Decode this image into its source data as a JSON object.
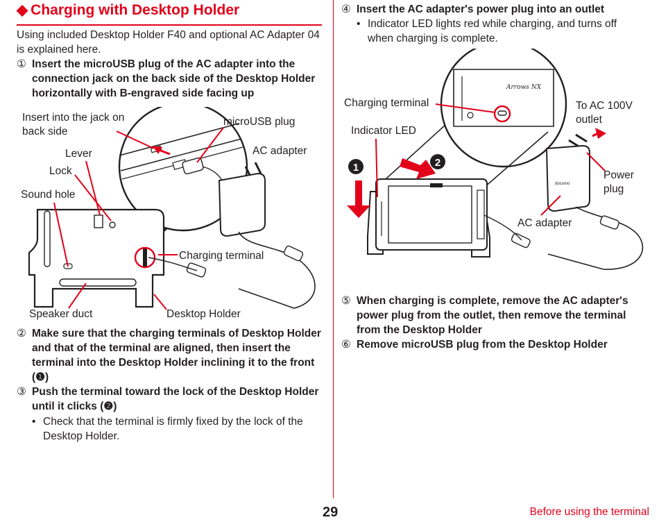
{
  "title": {
    "marker": "◆",
    "text": "Charging with Desktop Holder",
    "accent_color": "#e2001a"
  },
  "left": {
    "intro": "Using included Desktop Holder F40 and optional AC Adapter 04 is explained here.",
    "step1": {
      "num": "①",
      "text": "Insert the microUSB plug of the AC adapter into the connection jack on the back side of the Desktop Holder horizontally with B-engraved side facing up"
    },
    "figure1_labels": {
      "insert_jack": "Insert into the jack on back side",
      "microusb_plug": "microUSB plug",
      "lever": "Lever",
      "lock": "Lock",
      "ac_adapter": "AC adapter",
      "sound_hole": "Sound hole",
      "charging_terminal": "Charging terminal",
      "speaker_duct": "Speaker duct",
      "desktop_holder": "Desktop Holder"
    },
    "step2": {
      "num": "②",
      "text": "Make sure that the charging terminals of Desktop Holder and that of the terminal are aligned, then insert the terminal into the Desktop Holder inclining it to the front (❶)"
    },
    "step3": {
      "num": "③",
      "text": "Push the terminal toward the lock of the Desktop Holder until it clicks (❷)"
    },
    "step3_bullet": "Check that the terminal is firmly fixed by the lock of the Desktop Holder."
  },
  "right": {
    "step4": {
      "num": "④",
      "text": "Insert the AC adapter's power plug into an outlet"
    },
    "step4_bullet": "Indicator LED lights red while charging, and turns off when charging is complete.",
    "figure2_labels": {
      "charging_terminal": "Charging terminal",
      "indicator_led": "Indicator LED",
      "to_outlet": "To AC 100V outlet",
      "power_plug": "Power plug",
      "ac_adapter": "AC adapter",
      "marker1": "❶",
      "marker2": "❷",
      "device_brand": "Arrows NX",
      "adapter_brand": "docomo"
    },
    "step5": {
      "num": "⑤",
      "text": "When charging is complete, remove the AC adapter's power plug from the outlet, then remove the terminal from the Desktop Holder"
    },
    "step6": {
      "num": "⑥",
      "text": "Remove microUSB plug from the Desktop Holder"
    }
  },
  "footer": {
    "page_number": "29",
    "section": "Before using the terminal"
  },
  "colors": {
    "accent": "#e2001a",
    "text": "#231f20"
  }
}
